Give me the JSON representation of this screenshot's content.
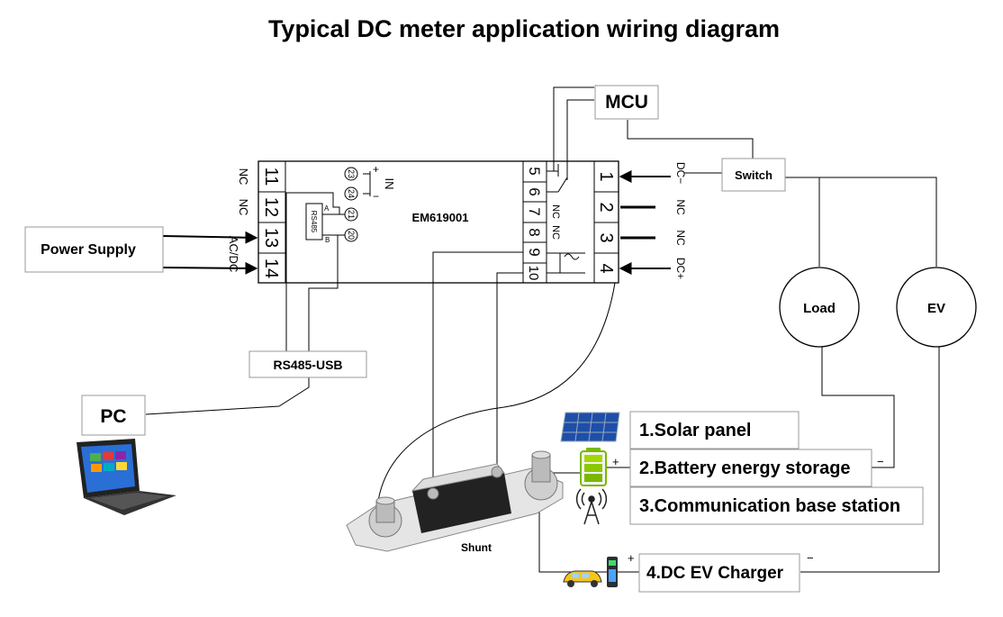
{
  "title": "Typical DC meter application wiring diagram",
  "meter": {
    "model": "EM619001",
    "left_terminals": [
      "11",
      "12",
      "13",
      "14"
    ],
    "right_inner_terminals": [
      "5",
      "6",
      "7",
      "8",
      "9",
      "10"
    ],
    "right_outer_terminals": [
      "1",
      "2",
      "3",
      "4"
    ],
    "left_side_labels": [
      "NC",
      "NC",
      "AC/DC"
    ],
    "circle_terminals": [
      "23",
      "24",
      "21",
      "20"
    ],
    "in_label": "IN",
    "in_plus": "+",
    "in_minus": "−",
    "rs485_label": "RS485",
    "rs485_a": "A",
    "rs485_b": "B",
    "relay_side_labels": [
      "NC",
      "NC"
    ],
    "outer_side_labels": [
      "DC−",
      "NC",
      "NC",
      "DC+"
    ]
  },
  "boxes": {
    "mcu": "MCU",
    "switch": "Switch",
    "power_supply": "Power Supply",
    "rs485_usb": "RS485-USB",
    "pc": "PC"
  },
  "circles": {
    "load": "Load",
    "ev": "EV"
  },
  "shunt_label": "Shunt",
  "sources": [
    "1.Solar panel",
    "2.Battery energy storage",
    "3.Communication base station",
    "4.DC EV Charger"
  ],
  "polarity": {
    "battery_plus": "+",
    "battery_minus": "−",
    "charger_plus": "+",
    "charger_minus": "−"
  },
  "icons": [
    "laptop-icon",
    "solar-panel-icon",
    "battery-icon",
    "base-station-icon",
    "ev-car-icon",
    "charger-icon",
    "shunt-image"
  ]
}
